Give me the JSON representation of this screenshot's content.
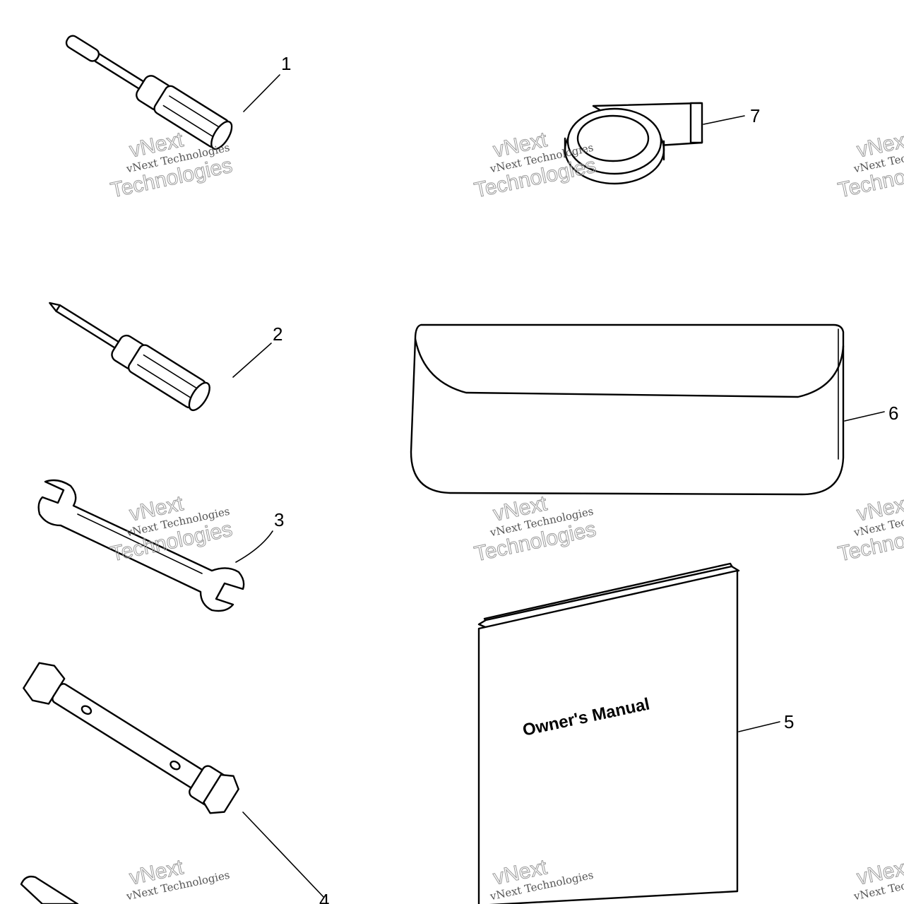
{
  "callouts": [
    {
      "id": "1",
      "label": "1"
    },
    {
      "id": "2",
      "label": "2"
    },
    {
      "id": "3",
      "label": "3"
    },
    {
      "id": "4",
      "label": "4"
    },
    {
      "id": "5",
      "label": "5"
    },
    {
      "id": "6",
      "label": "6"
    },
    {
      "id": "7",
      "label": "7"
    }
  ],
  "manual_title": "Owner's Manual",
  "watermark": {
    "line_small": "vNext Technologies",
    "line_big_1": "vNext",
    "line_big_2": "Technologies"
  }
}
